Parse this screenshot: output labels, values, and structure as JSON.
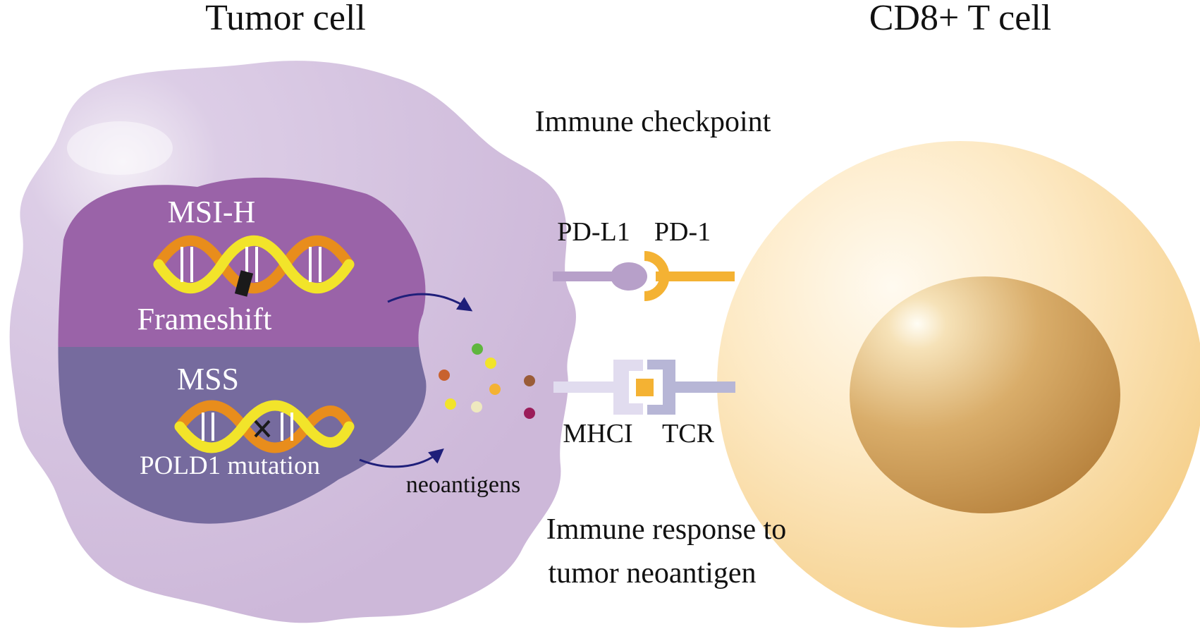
{
  "titles": {
    "tumor_cell": "Tumor cell",
    "t_cell": "CD8+ T cell"
  },
  "nucleus": {
    "msi_h": "MSI-H",
    "frameshift": "Frameshift",
    "mss": "MSS",
    "pold1": "POLD1 mutation"
  },
  "labels": {
    "neoantigens": "neoantigens",
    "immune_checkpoint": "Immune checkpoint",
    "pd_l1": "PD-L1",
    "pd_1": "PD-1",
    "mhc": "MHCI",
    "tcr": "TCR",
    "response_line1": "Immune response to",
    "response_line2": "tumor neoantigen"
  },
  "colors": {
    "tumor_cell": "#d9c9e1",
    "msi_h_region": "#9a63a8",
    "mss_region": "#766b9e",
    "t_cell_outer": "#fbe0a9",
    "t_cell_nucleus": "#c08f4a",
    "pd_l1": "#b7a0c9",
    "pd_1": "#f4b233",
    "mhc": "#e1dcef",
    "tcr": "#b7b6d6",
    "antigen_peptide": "#f4b233",
    "arrow": "#1f1f7a",
    "dna_yellow": "#f2e42a",
    "dna_orange": "#e88d1c"
  },
  "neoantigen_dots": [
    "#5fb63e",
    "#f2e42a",
    "#c8622e",
    "#f4b233",
    "#9a5c38",
    "#f2e42a",
    "#eee9bf",
    "#9b1d5a"
  ]
}
